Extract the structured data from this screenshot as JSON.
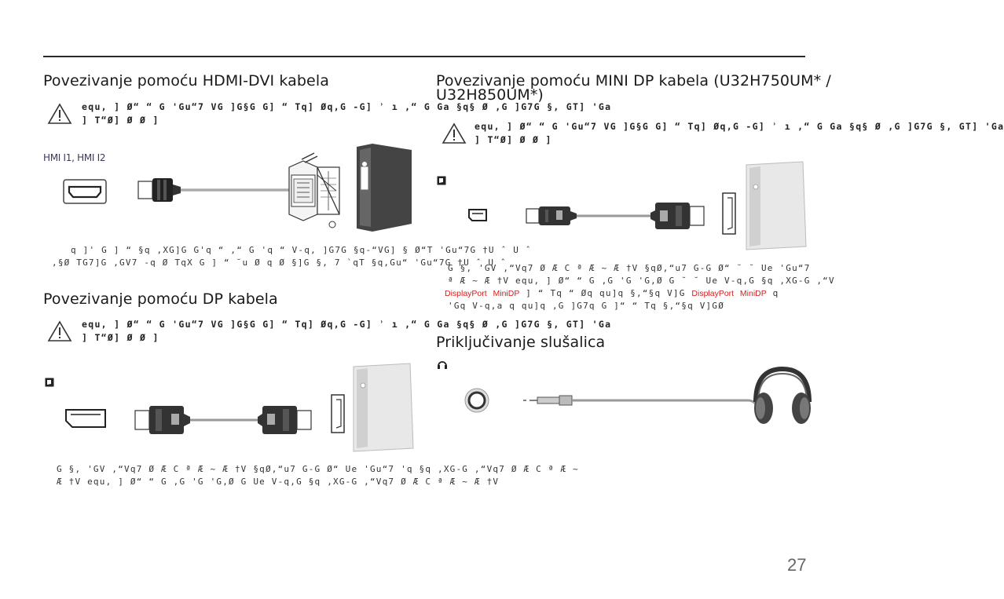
{
  "page_number": "27",
  "hdmi_dvi": {
    "title": "Povezivanje pomoću HDMI-DVI kabela",
    "warning_line1": "equ, ] Ø“ “ G 'Gu“7 VG ]G§G G] “ Tq] Øq,G -G] ʾ ı ,“ G Ga §q§ Ø ,G ]G7G §, GT] 'Ga",
    "warning_line2": "] T“Ø] Ø Ø ]",
    "port_label": "HMI I1, HMI I2",
    "body_line1": "q ]' G ] “ §q ,XG]G G'q “ ,“ G 'q “ V-q, ]G7G §q-“VG] § Ø“T 'Gu“7G †U ˆ U ˆ",
    "body_line2": ",§Ø TG7]G ,GV7 -q Ø TqX G ] “ ˘u Ø q Ø §]G §, 7 `qT §q,Gu“ 'Gu“7G †U ˆ U ˆ"
  },
  "mini_dp": {
    "title_line1": "Povezivanje pomoću MINI DP kabela (U32H750UM* /",
    "title_line2": "U32H850UM*)",
    "warning_line1": "equ, ] Ø“ “ G 'Gu“7 VG ]G§G G] “ Tq] Øq,G -G] ʾ ı ,“ G Ga §q§ Ø ,G ]G7G §, GT] 'Ga",
    "warning_line2": "] T“Ø] Ø Ø ]",
    "body_line1": "G §, 'GV ,“Vq7 Ø Æ C ª Æ ~ Æ †V §qØ,“u7 G-G Ø“ ˘ ˘ Ue 'Gu“7",
    "body_line2": "ª Æ ~ Æ †V equ, ] Ø“ “ G ,G 'G 'G,Ø G ˘ ˘ Ue V-q,G §q ,XG-G ,“V",
    "red_1": "DisplayPort",
    "red_2": "MiniDP",
    "red_mid": "] “ Tq “ Øq qu]q §,“§q V]G",
    "red_3": "DisplayPort",
    "red_4": "MiniDP",
    "red_tail": "q",
    "body_line4": "'Gq V-q,a q qu]q ,G ]G7q G ]“ “ Tq §,“§q V]GØ"
  },
  "dp": {
    "title": "Povezivanje pomoću DP kabela",
    "warning_line1": "equ, ] Ø“ “ G 'Gu“7 VG ]G§G G] “ Tq] Øq,G -G] ʾ ı ,“ G Ga §q§ Ø ,G ]G7G §, GT] 'Ga",
    "warning_line2": "] T“Ø] Ø Ø ]",
    "body_line1": "G §, 'GV ,“Vq7 Ø Æ C ª Æ ~ Æ †V §qØ,“u7 G-G Ø“ Ue 'Gu“7 'q §q ,XG-G ,“Vq7 Ø Æ C ª Æ ~",
    "body_line2": "Æ †V equ, ] Ø“ “ G ,G 'G 'G,Ø G Ue V-q,G §q ,XG-G ,“Vq7 Ø Æ C ª Æ ~ Æ †V"
  },
  "headphones": {
    "title": "Priključivanje slušalica"
  },
  "icons": [
    "warning-icon",
    "hdmi-port-icon",
    "dvi-connector-icon",
    "monitor-back-icon",
    "displayport-icon",
    "mini-displayport-icon",
    "headphone-jack-icon",
    "headphones-icon"
  ]
}
